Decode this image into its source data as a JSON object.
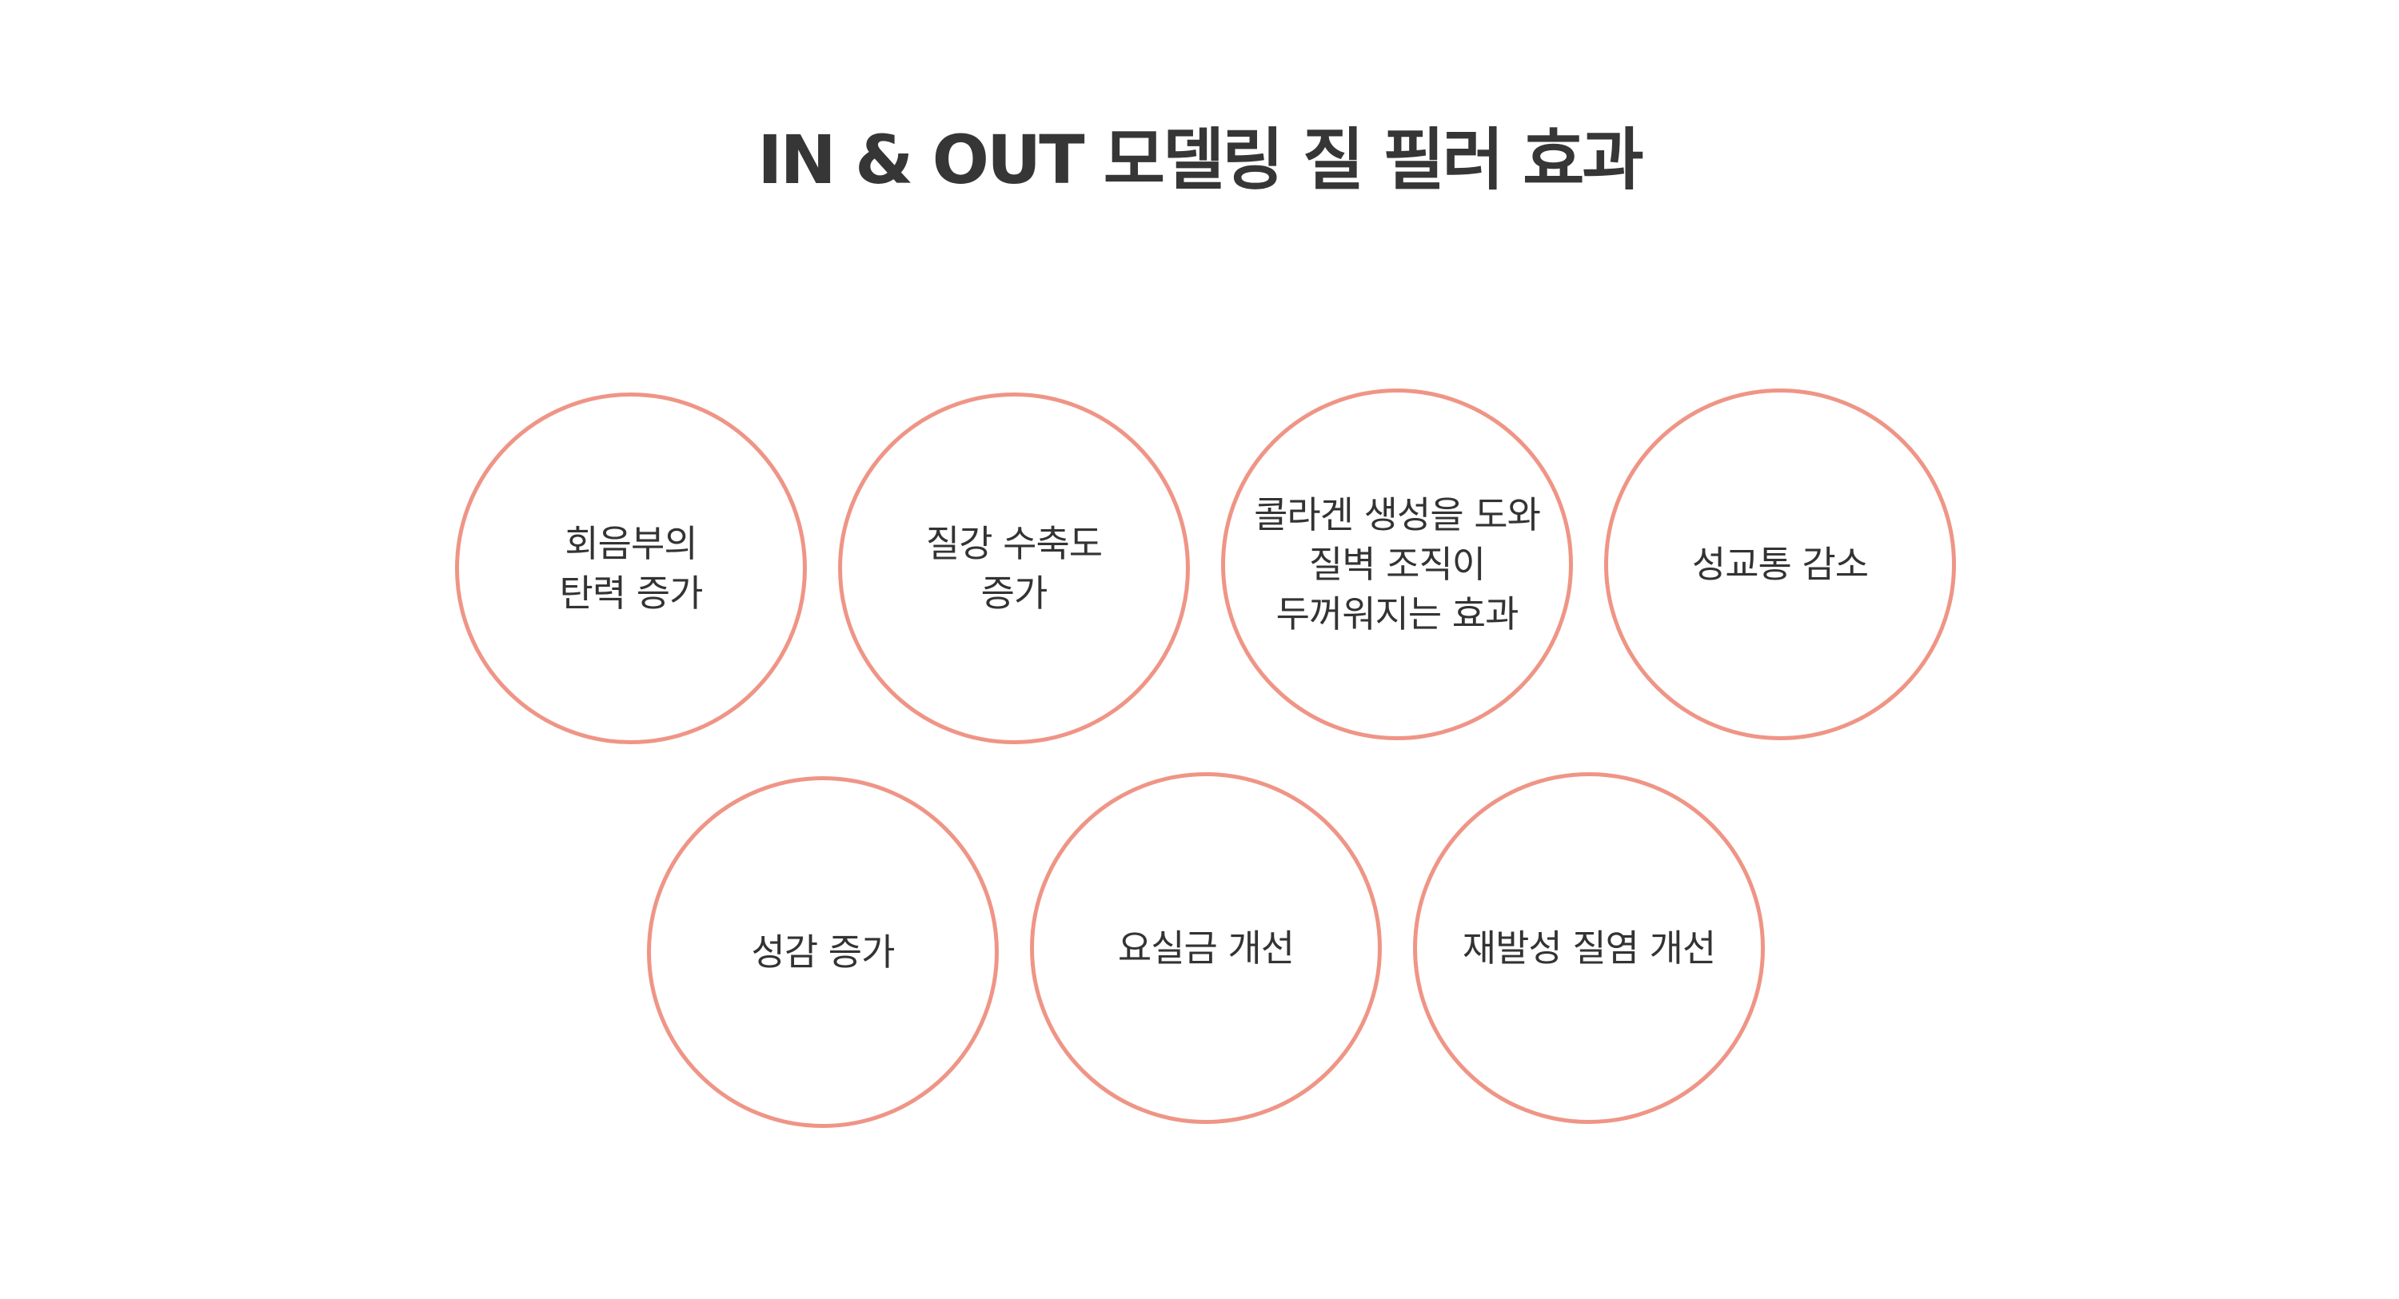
{
  "title": "IN & OUT 모델링 질 필러 효과",
  "accent_color": "#ef9586",
  "effects": [
    "회음부의\n탄력 증가",
    "질강 수축도\n증가",
    "콜라겐 생성을 도와\n질벽 조직이\n두꺼워지는 효과",
    "성교통 감소",
    "성감 증가",
    "요실금 개선",
    "재발성 질염 개선"
  ]
}
